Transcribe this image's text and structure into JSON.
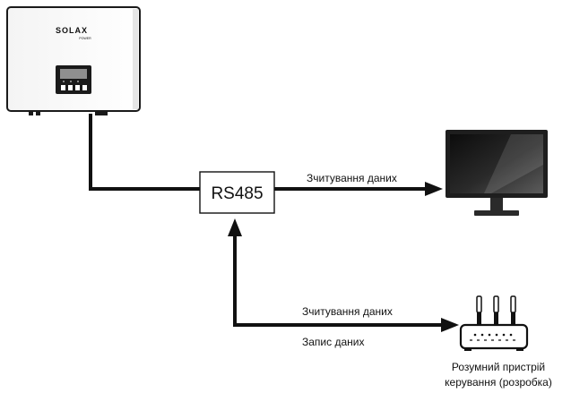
{
  "inverter": {
    "brand": "SOLAX",
    "brand_sub": "POWER"
  },
  "hub": {
    "label": "RS485"
  },
  "links": {
    "to_monitor": "Зчитування даних",
    "to_device_read": "Зчитування даних",
    "to_device_write": "Запис даних"
  },
  "device": {
    "caption_line1": "Розумний пристрій",
    "caption_line2": "керування (розробка)"
  },
  "colors": {
    "line": "#111111",
    "monitor_frame": "#1e1e1e",
    "inverter_body": "#ffffff",
    "inverter_outline": "#1a1a1a"
  }
}
